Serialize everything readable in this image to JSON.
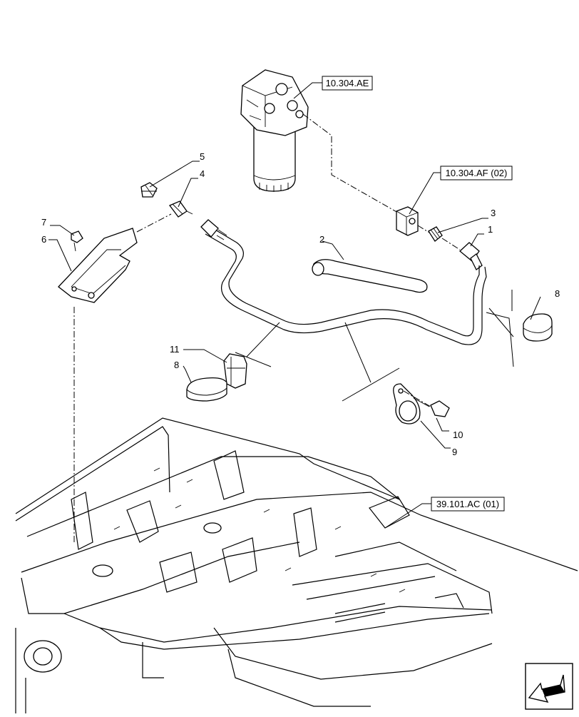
{
  "callouts": [
    {
      "id": "1",
      "label": "1"
    },
    {
      "id": "2",
      "label": "2"
    },
    {
      "id": "3",
      "label": "3"
    },
    {
      "id": "4",
      "label": "4"
    },
    {
      "id": "5",
      "label": "5"
    },
    {
      "id": "6",
      "label": "6"
    },
    {
      "id": "7",
      "label": "7"
    },
    {
      "id": "8a",
      "label": "8"
    },
    {
      "id": "8b",
      "label": "8"
    },
    {
      "id": "9",
      "label": "9"
    },
    {
      "id": "10",
      "label": "10"
    },
    {
      "id": "11",
      "label": "11"
    }
  ],
  "references": [
    {
      "id": "filter",
      "label": "10.304.AE"
    },
    {
      "id": "valve",
      "label": "10.304.AF (02)"
    },
    {
      "id": "frame",
      "label": "39.101.AC (01)"
    }
  ],
  "nav": {
    "icon": "arrow-left-down-icon"
  }
}
